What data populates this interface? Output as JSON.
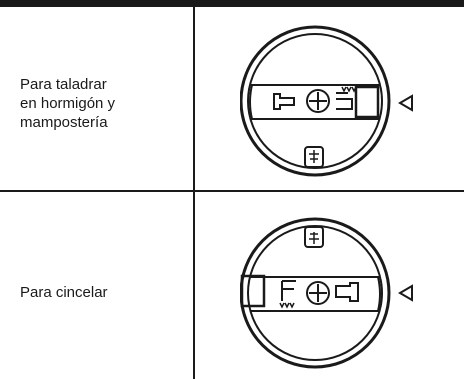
{
  "rows": [
    {
      "label": "Para taladrar\nen hormigón y\nmampostería",
      "mode_icon": "rotary-hammer-drill-setting-dial"
    },
    {
      "label": "Para cincelar",
      "mode_icon": "chisel-setting-dial"
    }
  ],
  "colors": {
    "ink": "#1a1a1a",
    "background": "#ffffff"
  }
}
